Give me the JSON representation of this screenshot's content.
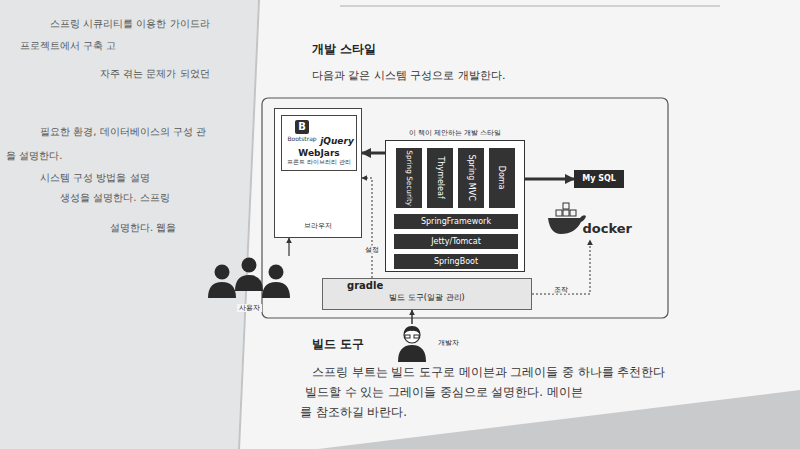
{
  "diagram": {
    "title": "개발 스타일",
    "nodes": [
      {
        "text": [
          "브라우저"
        ]
      },
      {
        "text": [
          "WebJars",
          "프론트 라이브러리 관리"
        ],
        "in": 0
      },
      {
        "text": [
          "B",
          "Bootstrap"
        ],
        "in": 1
      },
      {
        "text": [
          "jQuery"
        ],
        "in": 1
      },
      {
        "text": [
          "이 책이 제안하는 개발 스타일"
        ]
      },
      {
        "text": [
          "Spring Security"
        ],
        "in": 4
      },
      {
        "text": [
          "Thymeleaf"
        ],
        "in": 4
      },
      {
        "text": [
          "Spring MVC"
        ],
        "in": 4
      },
      {
        "text": [
          "Doma"
        ],
        "in": 4
      },
      {
        "text": [
          "SpringFramework"
        ],
        "in": 4
      },
      {
        "text": [
          "Jetty/Tomcat"
        ],
        "in": 4
      },
      {
        "text": [
          "SpringBoot"
        ],
        "in": 4
      },
      {
        "text": [
          "My SQL"
        ]
      },
      {
        "text": [
          "docker"
        ]
      },
      {
        "text": [
          "gradle",
          "빌드 도구(일괄 관리)"
        ]
      },
      {
        "text": [
          "사용자"
        ]
      },
      {
        "text": [
          "개발자"
        ]
      }
    ],
    "edges": [
      {
        "from": 4,
        "to": 0,
        "arrow": "to"
      },
      {
        "from": 4,
        "to": 12,
        "arrow": "to"
      },
      {
        "from": 15,
        "to": 0,
        "arrow": "to"
      },
      {
        "from": 14,
        "to": 0,
        "label": "설정",
        "arrow": "to"
      },
      {
        "from": 14,
        "to": 13,
        "label": "조작",
        "arrow": "to"
      },
      {
        "from": 16,
        "to": 14,
        "arrow": "to"
      }
    ],
    "labels": [
      "다음과 같은 시스템 구성으로 개발한다.",
      "빌드 도구",
      "스프링 부트는 빌드 도구로 메이븐과 그레이들 중 하나를 추천한다",
      "빌드할 수 있는 그레이들 중심으로 설명한다. 메이븐",
      "를 참조하길 바란다.",
      "스프링 시큐리티를 이용한 가이드라",
      "프로젝트에서 구축 고",
      "자주 겪는 문제가 되었던",
      "필요한 환경, 데이터베이스의 구성 관",
      "을 설명한다.",
      "시스템 구성 방법을 설명",
      "생성을 설명한다. 스프링",
      "설명한다. 웹을"
    ]
  }
}
